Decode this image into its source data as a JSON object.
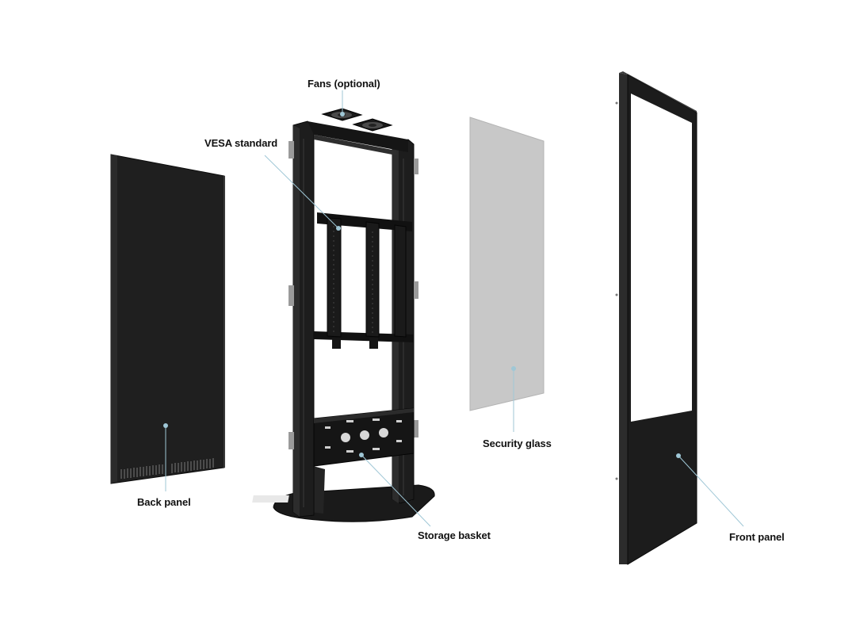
{
  "labels": {
    "fans": "Fans (optional)",
    "vesa": "VESA standard",
    "back_panel": "Back panel",
    "storage_basket": "Storage basket",
    "security_glass": "Security glass",
    "front_panel": "Front panel"
  },
  "colors": {
    "background": "#ffffff",
    "metal": "#1c1c1c",
    "metal_dark": "#0e0e0e",
    "glass": "#c6c6c6",
    "screen": "#ffffff",
    "leader_line": "#9fc7d6",
    "label_text": "#111111"
  }
}
